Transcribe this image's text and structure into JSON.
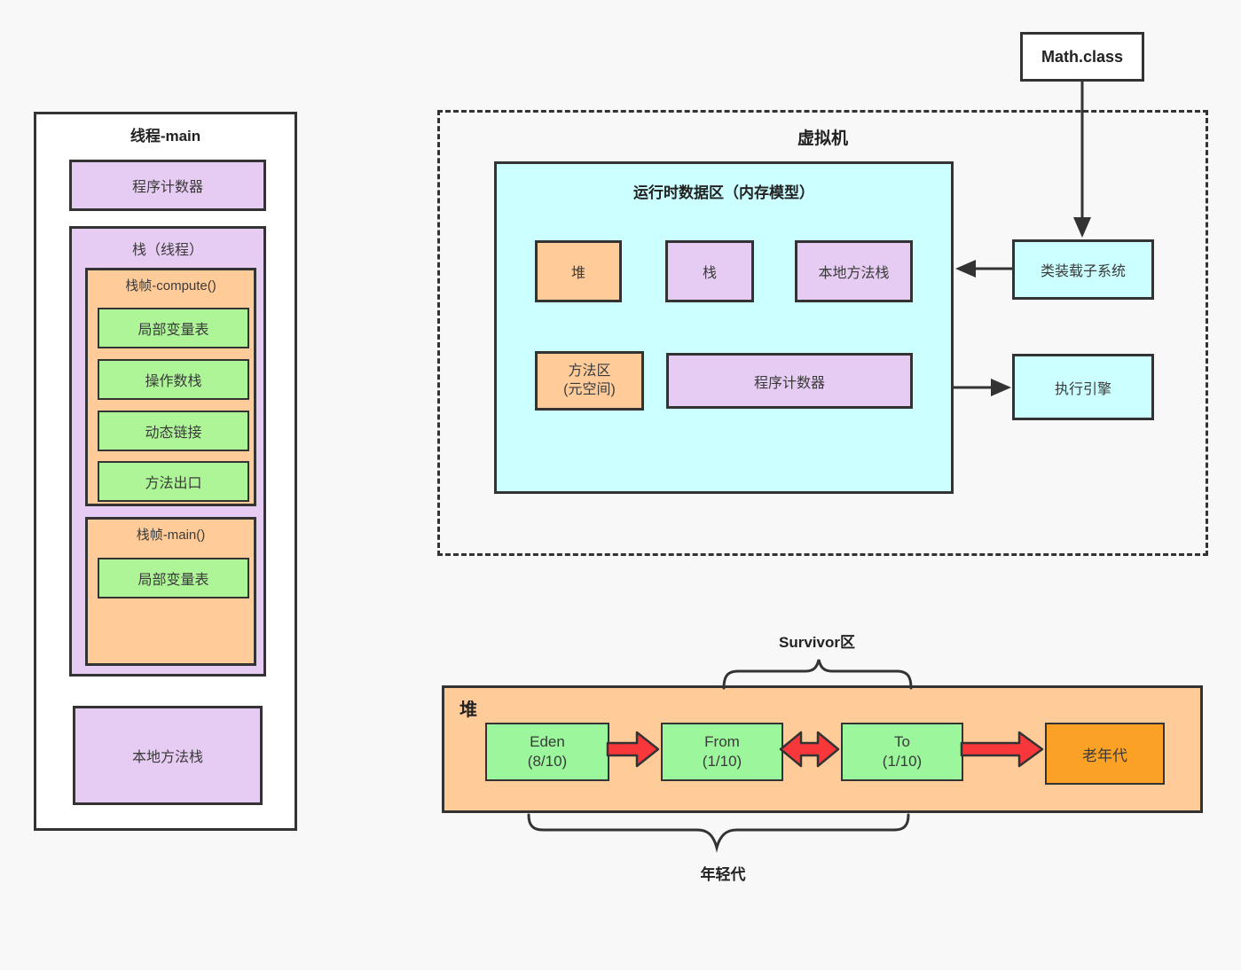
{
  "colors": {
    "background": "#f8f8f8",
    "border": "#333333",
    "purple": "#e6ccf2",
    "green_panel": "#aef598",
    "green_heap": "#9cf69c",
    "orange_light": "#ffcc99",
    "orange_dark": "#fba226",
    "cyan": "#ccffff",
    "red_arrow": "#f8373b"
  },
  "thread_panel": {
    "title": "线程-main",
    "program_counter": "程序计数器",
    "stack": {
      "title": "栈（线程）",
      "frames": [
        {
          "title": "栈帧-compute()",
          "items": [
            "局部变量表",
            "操作数栈",
            "动态链接",
            "方法出口"
          ]
        },
        {
          "title": "栈帧-main()",
          "items": [
            "局部变量表"
          ]
        }
      ]
    },
    "native_method_stack": "本地方法栈"
  },
  "class_file": {
    "label": "Math.class"
  },
  "vm": {
    "title": "虚拟机",
    "runtime_area": {
      "title": "运行时数据区（内存模型）",
      "heap": "堆",
      "stack": "栈",
      "native_method_stack": "本地方法栈",
      "method_area_line1": "方法区",
      "method_area_line2": "(元空间)",
      "program_counter": "程序计数器"
    },
    "class_loader": "类装载子系统",
    "execution_engine": "执行引擎"
  },
  "heap_diagram": {
    "title": "堆",
    "survivor_label": "Survivor区",
    "young_gen_label": "年轻代",
    "regions": [
      {
        "name": "Eden",
        "ratio": "(8/10)"
      },
      {
        "name": "From",
        "ratio": "(1/10)"
      },
      {
        "name": "To",
        "ratio": "(1/10)"
      }
    ],
    "old_gen": "老年代"
  }
}
